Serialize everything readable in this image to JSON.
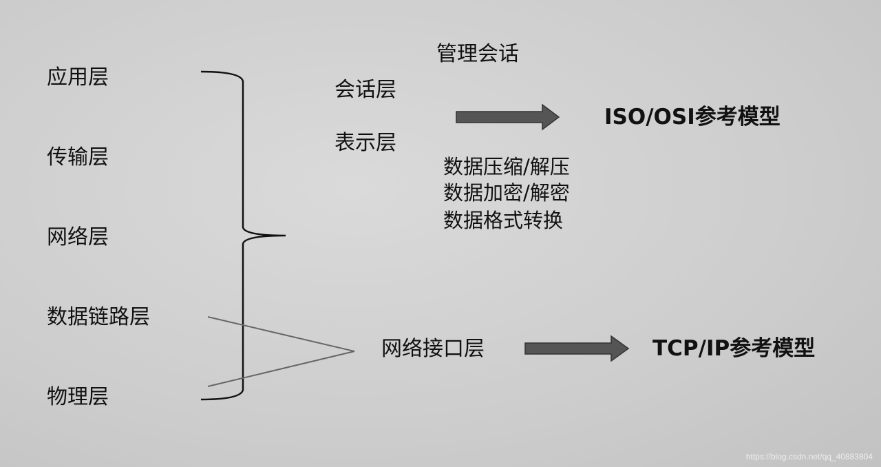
{
  "left_layers": [
    "应用层",
    "传输层",
    "网络层",
    "数据链路层",
    "物理层"
  ],
  "osi_extra": {
    "top_note": "管理会话",
    "session": "会话层",
    "presentation": "表示层",
    "presentation_notes": [
      "数据压缩/解压",
      "数据加密/解密",
      "数据格式转换"
    ]
  },
  "network_interface": "网络接口层",
  "iso_model": "ISO/OSI参考模型",
  "tcp_model": "TCP/IP参考模型",
  "watermark": "https://blog.csdn.net/qq_40883804"
}
